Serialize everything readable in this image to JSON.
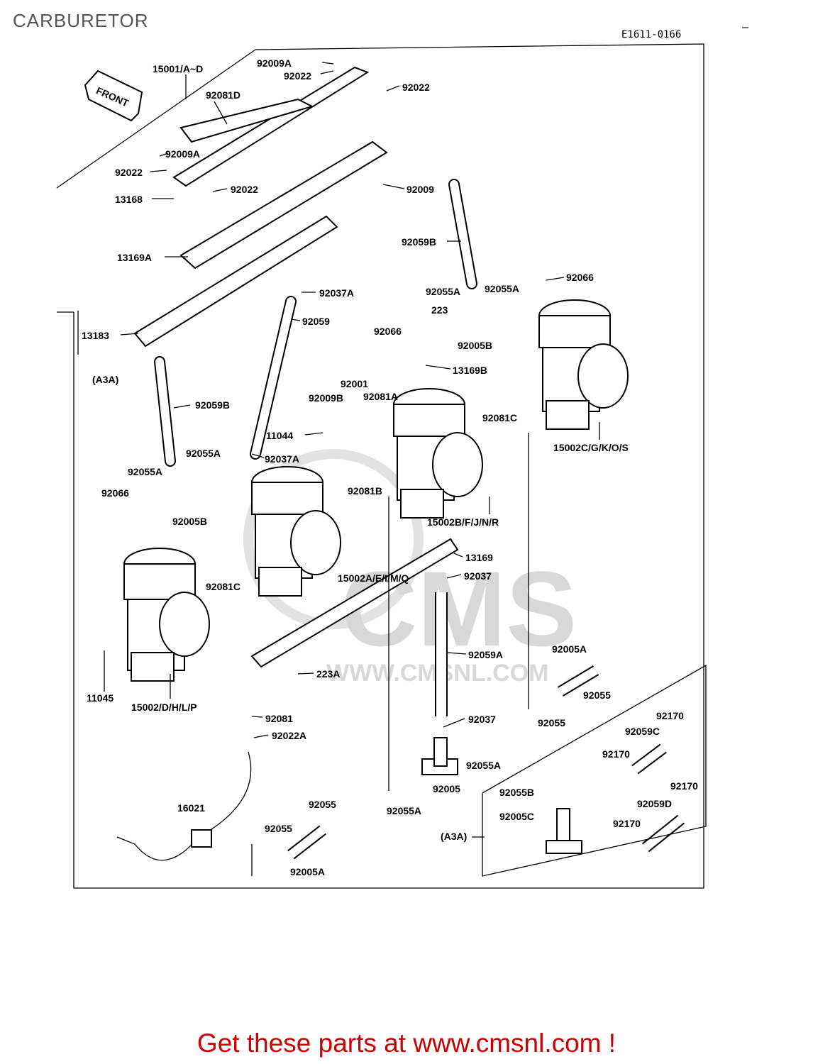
{
  "page": {
    "title": "CARBURETOR",
    "diagram_code": "E1611-0166",
    "corner_mark": "–",
    "footer": "Get these parts at www.cmsnl.com !"
  },
  "watermark": {
    "text": "CMS",
    "url": "WWW.CMSNL.COM"
  },
  "front_arrow": {
    "text": "FRONT"
  },
  "labels": [
    {
      "id": "l1",
      "text": "15001/A~D"
    },
    {
      "id": "l2",
      "text": "92009A"
    },
    {
      "id": "l3",
      "text": "92022"
    },
    {
      "id": "l4",
      "text": "92022"
    },
    {
      "id": "l5",
      "text": "92081D"
    },
    {
      "id": "l6",
      "text": "92009A"
    },
    {
      "id": "l7",
      "text": "92022"
    },
    {
      "id": "l8",
      "text": "92022"
    },
    {
      "id": "l9",
      "text": "13168"
    },
    {
      "id": "l10",
      "text": "92009"
    },
    {
      "id": "l11",
      "text": "92059B"
    },
    {
      "id": "l12",
      "text": "13169A"
    },
    {
      "id": "l13",
      "text": "92066"
    },
    {
      "id": "l14",
      "text": "92055A"
    },
    {
      "id": "l15",
      "text": "92055A"
    },
    {
      "id": "l16",
      "text": "92037A"
    },
    {
      "id": "l17",
      "text": "223"
    },
    {
      "id": "l18",
      "text": "13183"
    },
    {
      "id": "l19",
      "text": "92059"
    },
    {
      "id": "l20",
      "text": "92066"
    },
    {
      "id": "l21",
      "text": "92005B"
    },
    {
      "id": "l22",
      "text": "13169B"
    },
    {
      "id": "l23",
      "text": "(A3A)"
    },
    {
      "id": "l24",
      "text": "92001"
    },
    {
      "id": "l25",
      "text": "92009B"
    },
    {
      "id": "l26",
      "text": "92081A"
    },
    {
      "id": "l27",
      "text": "92059B"
    },
    {
      "id": "l28",
      "text": "92081C"
    },
    {
      "id": "l29",
      "text": "11044"
    },
    {
      "id": "l30",
      "text": "15002C/G/K/O/S"
    },
    {
      "id": "l31",
      "text": "92055A"
    },
    {
      "id": "l32",
      "text": "92037A"
    },
    {
      "id": "l33",
      "text": "92055A"
    },
    {
      "id": "l34",
      "text": "92081B"
    },
    {
      "id": "l35",
      "text": "92066"
    },
    {
      "id": "l36",
      "text": "92005B"
    },
    {
      "id": "l37",
      "text": "15002B/F/J/N/R"
    },
    {
      "id": "l38",
      "text": "13169"
    },
    {
      "id": "l39",
      "text": "92081C"
    },
    {
      "id": "l40",
      "text": "15002A/E/I/M/Q"
    },
    {
      "id": "l41",
      "text": "92037"
    },
    {
      "id": "l42",
      "text": "92059A"
    },
    {
      "id": "l43",
      "text": "92005A"
    },
    {
      "id": "l44",
      "text": "223A"
    },
    {
      "id": "l45",
      "text": "11045"
    },
    {
      "id": "l46",
      "text": "15002/D/H/L/P"
    },
    {
      "id": "l47",
      "text": "92055"
    },
    {
      "id": "l48",
      "text": "92055"
    },
    {
      "id": "l49",
      "text": "92081"
    },
    {
      "id": "l50",
      "text": "92170"
    },
    {
      "id": "l51",
      "text": "92022A"
    },
    {
      "id": "l52",
      "text": "92037"
    },
    {
      "id": "l53",
      "text": "92059C"
    },
    {
      "id": "l54",
      "text": "92170"
    },
    {
      "id": "l55",
      "text": "92055A"
    },
    {
      "id": "l56",
      "text": "92005"
    },
    {
      "id": "l57",
      "text": "92055B"
    },
    {
      "id": "l58",
      "text": "92170"
    },
    {
      "id": "l59",
      "text": "92055A"
    },
    {
      "id": "l60",
      "text": "16021"
    },
    {
      "id": "l61",
      "text": "92055"
    },
    {
      "id": "l62",
      "text": "92059D"
    },
    {
      "id": "l63",
      "text": "92005C"
    },
    {
      "id": "l64",
      "text": "92055"
    },
    {
      "id": "l65",
      "text": "92170"
    },
    {
      "id": "l66",
      "text": "(A3A)"
    },
    {
      "id": "l67",
      "text": "92005A"
    }
  ]
}
